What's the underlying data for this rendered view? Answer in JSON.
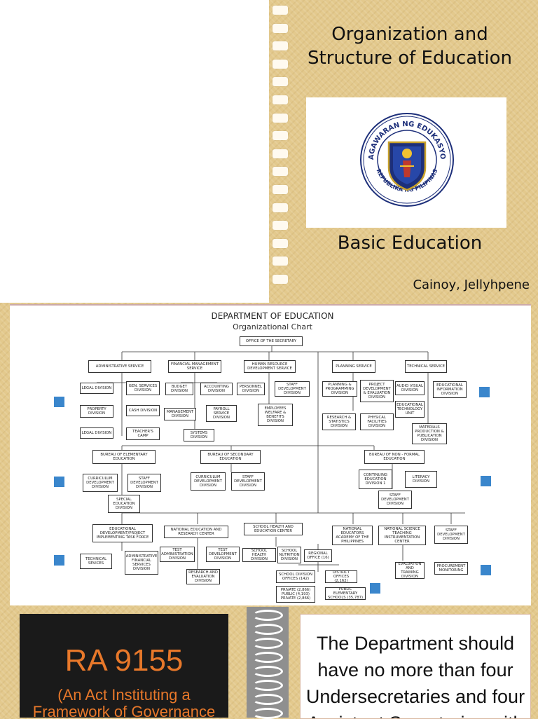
{
  "title_slide": {
    "title": "Organization and Structure of Education",
    "logo": {
      "top_text": "KAGAWARAN NG EDUKASYON",
      "bottom_text": "REPUBLIKA NG PILIPINAS"
    },
    "subtitle": "Basic Education",
    "author": "Cainoy, Jellyhpene"
  },
  "org_chart": {
    "title": "DEPARTMENT OF EDUCATION",
    "subtitle": "Organizational Chart",
    "boxes": {
      "office_secretary": "OFFICE OF THE SECRETARY",
      "admin_service": "ADMINISTRATIVE SERVICE",
      "financial_service": "FINANCIAL MANAGEMENT SERVICE",
      "hr_service": "HUMAN RESOURCE DEVELOPMENT SERVICE",
      "planning_service": "PLANNING SERVICE",
      "technical_service": "TECHNICAL SERVICE",
      "legal_division": "LEGAL DIVISION",
      "gen_services": "GEN. SERVICES DIVISION",
      "property_division": "PROPERTY DIVISION",
      "cash_division": "CASH DIVISION",
      "legal_division_2": "LEGAL DIVISION",
      "teachers_camp": "TEACHER'S CAMP",
      "budget_division": "BUDGET DIVISION",
      "accounting_division": "ACCOUNTING DIVISION",
      "management_division": "MANAGEMENT DIVISION",
      "payroll_division": "PAYROLL SERVICE DIVISION",
      "systems_division": "SYSTEMS DIVISION",
      "personnel_division": "PERSONNEL DIVISION",
      "staff_dev_division": "STAFF DEVELOPMENT DIVISION",
      "welfare_division": "EMPLOYEES WELFARE & BENEFITS DIVISION",
      "planning_programming": "PLANNING & PROGRAMMING DIVISION",
      "project_dev": "PROJECT DEVELOPMENT & EVALUATION DIVISION",
      "research_stats": "RESEARCH & STATISTICS DIVISION",
      "physical_facilities": "PHYSICAL FACILITIES DIVISION",
      "audio_visual": "AUDIO VISUAL DIVISION",
      "educ_info": "EDUCATIONAL INFORMATION DIVISION",
      "educ_tech": "EDUCATIONAL TECHNOLOGY UNIT",
      "materials_prod": "MATERIALS PRODUCTION & PUBLICATION DIVISION",
      "bureau_elem": "BUREAU OF ELEMENTARY EDUCATION",
      "bureau_sec": "BUREAU OF SECONDARY EDUCATION",
      "bureau_nonformal": "BUREAU OF NON - FORMAL EDUCATION",
      "elem_curriculum": "CURRICULUM DEVELOPMENT DIVISION",
      "elem_staff": "STAFF DEVELOPMENT DIVISION",
      "special_educ": "SPECIAL EDUCATION DIVISION",
      "sec_curriculum": "CURRICULUM DEVELOPMENT DIVISION",
      "sec_staff": "STAFF DEVELOPMENT DIVISION",
      "continuing_educ": "CONTINUING EDUCATION DIVISION 1",
      "literacy_division": "LITERACY DIVISION",
      "nf_staff": "STAFF DEVELOPMENT DIVISION",
      "edpitaf": "EDUCATIONAL DEVELOPMENT/PROJECT IMPLEMENTING TASK FORCE",
      "nerc": "NATIONAL EDUCATION AND RESEARCH CENTER",
      "shnc": "SCHOOL HEALTH AND EDUCATION CENTER",
      "neap": "NATIONAL EDUCATORS ACADEMY OF THE PHILIPPINES",
      "nstic": "NATIONAL SCIENCE TEACHING INSTRUMENTATION CENTER",
      "staff_dev_right": "STAFF DEVELOPMENT DIVISION",
      "technical_services": "TECHNICAL SEVICES",
      "admin_financial": "ADMINISTRATIVE FINANCIAL SERVICES DIVISION",
      "test_admin": "TEST ADMINISTRATION DIVISION",
      "test_dev": "TEST DEVELOPMENT DIVISION",
      "research_eval": "RESEARCH AND EVALUATION DIVISION",
      "school_health": "SCHOOL HEALTH DIVISION",
      "school_nutrition": "SCHOOL NUTRITION DIVISION",
      "regional_office": "REGIONAL OFFICE (16)",
      "school_division_offices": "SCHOOL DIVISION OFFICES (142)",
      "district_offices": "DISTRICT OFFICES (2,162)",
      "private_public": "PRIVATE (2,866) PUBLIC (4,193) PRIVATE (2,866)",
      "public_elem": "PUBLIC ELEMENTARY SCHOOLS (35,787)",
      "evaluation_training": "EVALUATION AND TRAINING DIVISION",
      "procurement": "PROCUREMENT MONITORING"
    }
  },
  "ra_slide": {
    "title": "RA 9155",
    "subtitle": "(An Act Instituting a Framework of Governance"
  },
  "quote_slide": {
    "text": "The Department should have no more than four Undersecretaries and four Assistant Secretaries with"
  },
  "colors": {
    "bullet": "#3a86cc",
    "ra_text": "#e8782a",
    "ra_background": "#1a1a1a",
    "background": "#e3c98d"
  }
}
